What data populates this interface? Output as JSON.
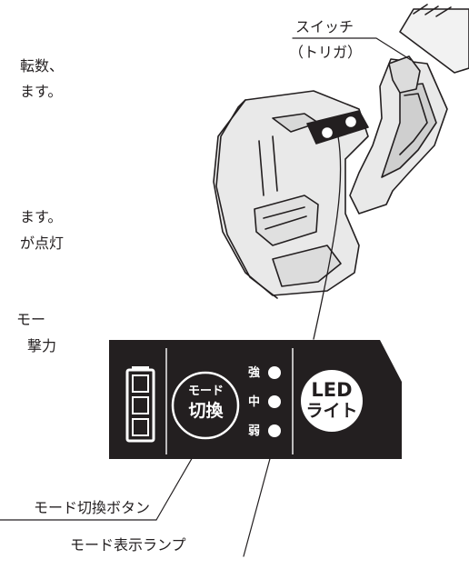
{
  "body_text_fragments": [
    "転数、",
    "ます。",
    "ます。",
    "が点灯",
    "モー",
    "撃力"
  ],
  "callouts": {
    "switch": "スイッチ",
    "switch_sub": "（トリガ）",
    "mode_button": "モード切換ボタン",
    "mode_lamp": "モード表示ランプ"
  },
  "panel": {
    "mode_button_line1": "モード",
    "mode_button_line2": "切換",
    "led_line1": "LED",
    "led_line2": "ライト",
    "lamp_strong": "強",
    "lamp_medium": "中",
    "lamp_weak": "弱"
  },
  "colors": {
    "ink": "#231f20",
    "panel": "#231f20",
    "paper": "#ffffff",
    "tool_body": "#e9e9e9"
  }
}
